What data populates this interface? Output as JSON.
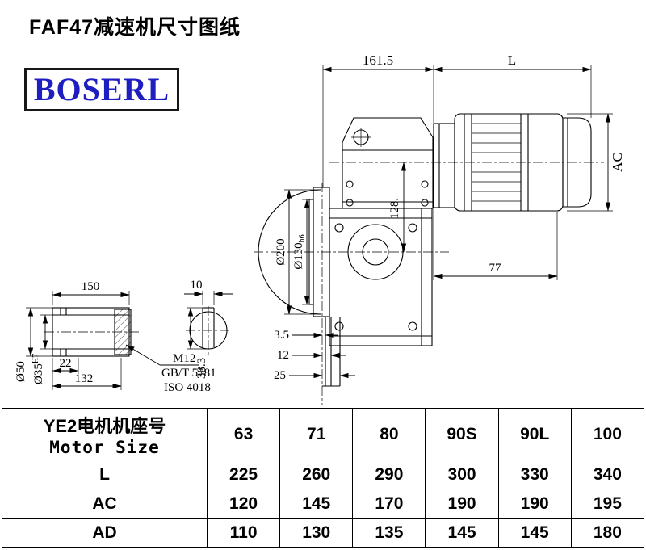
{
  "title": "FAF47减速机尺寸图纸",
  "logo": "BOSERL",
  "colors": {
    "logo_blue": "#1f1fc1",
    "logo_border": "#171717",
    "line": "#000000"
  },
  "drawing": {
    "top_width": "161.5",
    "motor_len": "L",
    "motor_ac": "AC",
    "flange": "Ø200",
    "spigot": "Ø130",
    "spigot_tol": "h6",
    "center_height": "128.",
    "rear": "77",
    "shaft_len": "150",
    "key_w": "10",
    "shaft_od": "Ø50",
    "bore": "Ø35",
    "bore_tol": "H7",
    "key_len": "22",
    "hub_len": "132",
    "key_depth": "38.3",
    "gap1": "3.5",
    "gap2": "12",
    "gap3": "25",
    "bolt": "M12",
    "bolt_std": "GB/T 5781",
    "washer_std": "ISO 4018"
  },
  "table": {
    "header": {
      "label_cn": "YE2电机机座号",
      "label_en": "Motor Size",
      "sizes": [
        "63",
        "71",
        "80",
        "90S",
        "90L",
        "100"
      ]
    },
    "rows": [
      {
        "label": "L",
        "values": [
          "225",
          "260",
          "290",
          "300",
          "330",
          "340"
        ]
      },
      {
        "label": "AC",
        "values": [
          "120",
          "145",
          "170",
          "190",
          "190",
          "195"
        ]
      },
      {
        "label": "AD",
        "values": [
          "110",
          "130",
          "135",
          "145",
          "145",
          "180"
        ]
      }
    ]
  }
}
